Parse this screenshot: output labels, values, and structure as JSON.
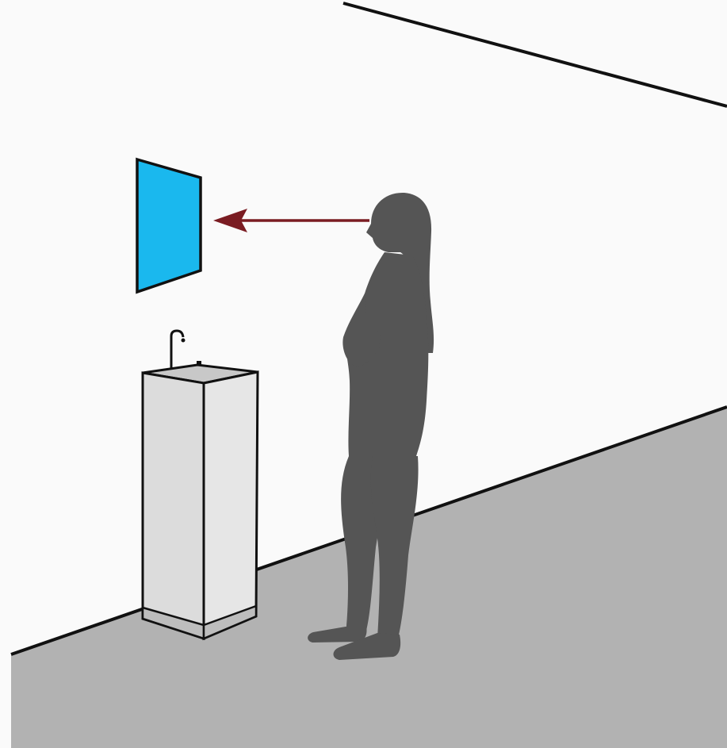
{
  "scene": {
    "colors": {
      "wall": "#fafafa",
      "floor": "#b2b2b2",
      "outline": "#111111",
      "screen": "#1ab8ee",
      "arrow": "#7a1c22",
      "silhouette": "#555555",
      "fountain_front": "#dcdcdc",
      "fountain_side": "#e6e6e6",
      "fountain_top": "#c8c8c8",
      "fountain_base": "#bdbdbd"
    },
    "elements": [
      {
        "name": "wall",
        "icon": "wall-plane"
      },
      {
        "name": "floor",
        "icon": "floor-plane"
      },
      {
        "name": "display-screen",
        "icon": "wall-mounted-screen"
      },
      {
        "name": "gaze-arrow",
        "icon": "arrow-left"
      },
      {
        "name": "person-silhouette",
        "icon": "standing-woman-silhouette"
      },
      {
        "name": "drinking-fountain",
        "icon": "drinking-fountain"
      }
    ]
  }
}
